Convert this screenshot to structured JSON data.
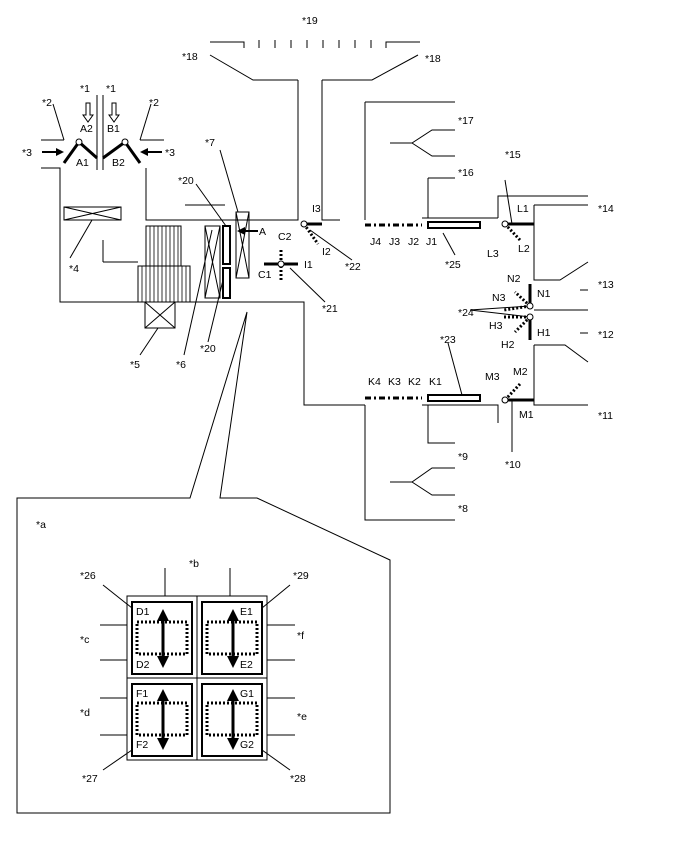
{
  "labels": {
    "c1": "*1",
    "c2": "*1",
    "c3": "*2",
    "c4": "*2",
    "c5": "*3",
    "c6": "*3",
    "c7": "*4",
    "c8": "*5",
    "c9": "*6",
    "c10": "*7",
    "c11": "*8",
    "c12": "*9",
    "c13": "*10",
    "c14": "*11",
    "c15": "*12",
    "c16": "*13",
    "c17": "*14",
    "c18": "*15",
    "c19": "*16",
    "c20": "*17",
    "c21": "*18",
    "c22": "*18",
    "c23": "*19",
    "c24": "*20",
    "c25": "*20",
    "c26": "*21",
    "c27": "*22",
    "c28": "*23",
    "c29": "*24",
    "c30": "*25",
    "c31": "*26",
    "c32": "*27",
    "c33": "*28",
    "c34": "*29",
    "ca": "*a",
    "cb": "*b",
    "cc": "*c",
    "cd": "*d",
    "ce": "*e",
    "cf": "*f",
    "a1": "A1",
    "a2": "A2",
    "b1": "B1",
    "b2": "B2",
    "av": "A",
    "c1v": "C1",
    "c2v": "C2",
    "i1": "I1",
    "i2": "I2",
    "i3": "I3",
    "j1": "J1",
    "j2": "J2",
    "j3": "J3",
    "j4": "J4",
    "k1": "K1",
    "k2": "K2",
    "k3": "K3",
    "k4": "K4",
    "l1": "L1",
    "l2": "L2",
    "l3": "L3",
    "n1": "N1",
    "n2": "N2",
    "n3": "N3",
    "h1": "H1",
    "h2": "H2",
    "h3": "H3",
    "m1": "M1",
    "m2": "M2",
    "m3": "M3",
    "d1": "D1",
    "d2": "D2",
    "e1": "E1",
    "e2": "E2",
    "f1": "F1",
    "f2": "F2",
    "g1": "G1",
    "g2": "G2"
  }
}
